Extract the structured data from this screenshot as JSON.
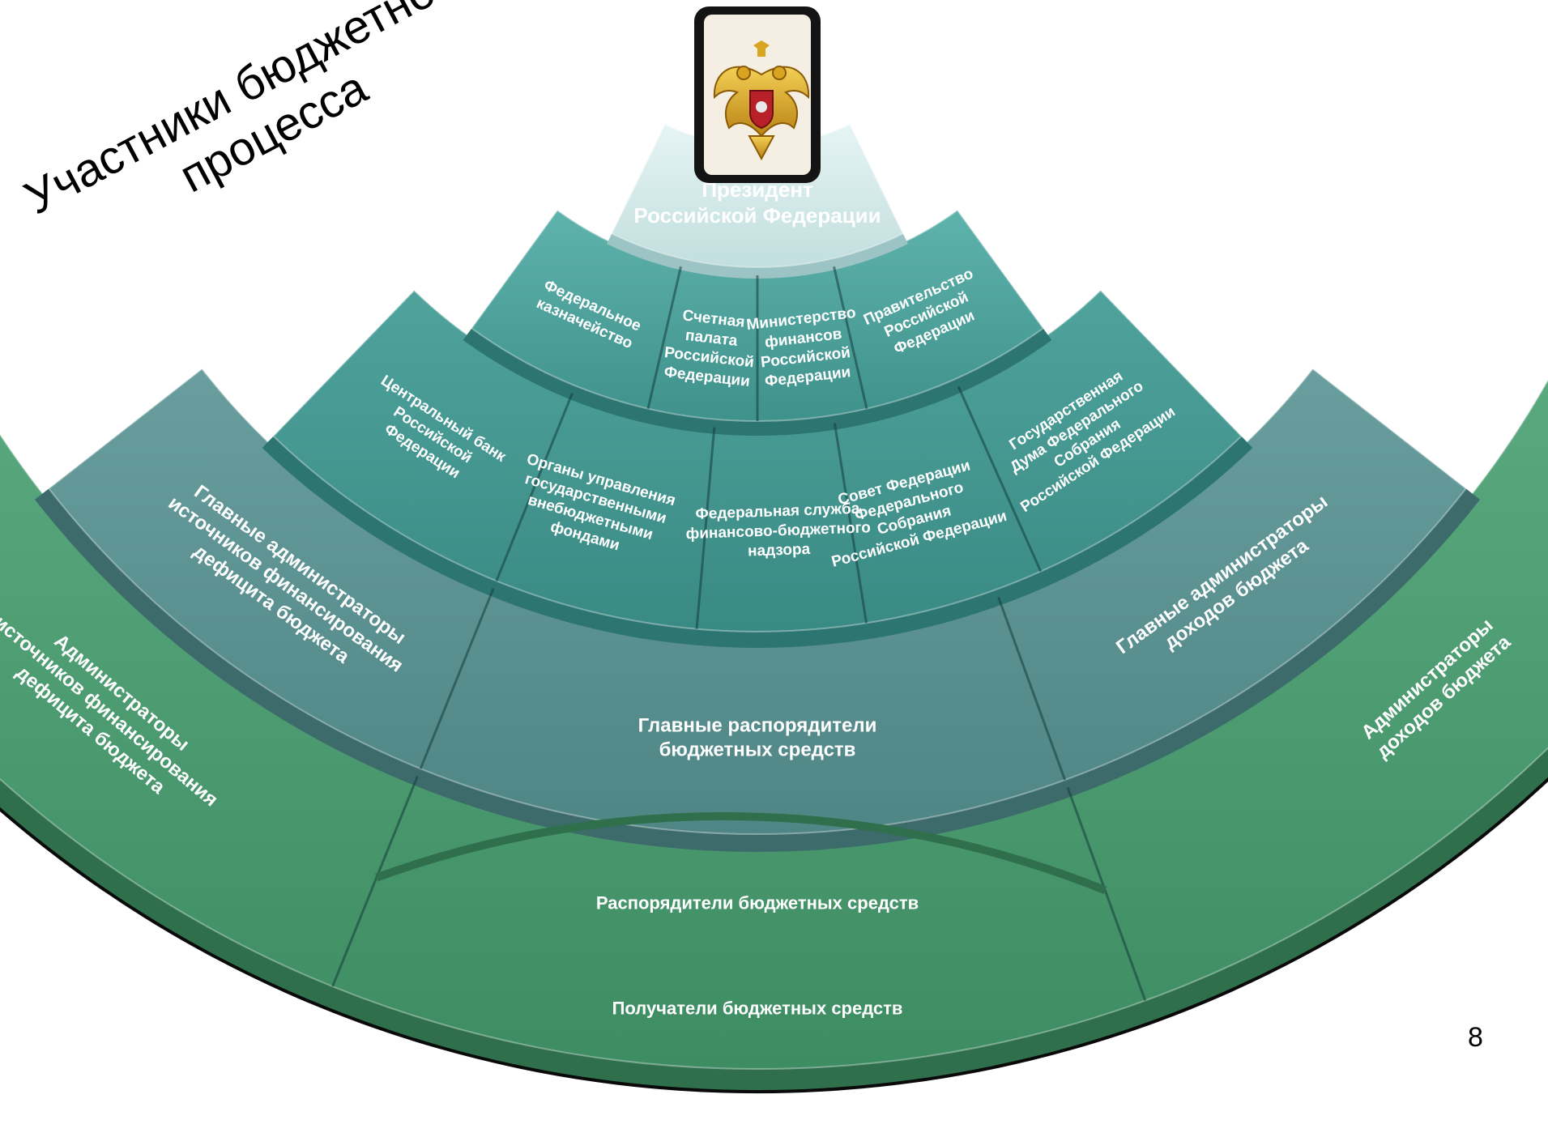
{
  "title": {
    "line1": "Участники бюджетного",
    "line2": "процесса"
  },
  "page_number": "8",
  "emblem": {
    "name": "russian-coat-of-arms-icon",
    "color": "#d9a520"
  },
  "colors": {
    "tier_president": "#dceeee",
    "tier_top": "#4aa09a",
    "tier_middle": "#5f9494",
    "tier_bottom": "#4a9a72"
  },
  "president": {
    "lines": [
      "Президент",
      "Российской Федерации"
    ]
  },
  "tier1": [
    {
      "id": "government",
      "lines": [
        "Правительство",
        "Российской",
        "Федерации"
      ]
    },
    {
      "id": "minfin",
      "lines": [
        "Министерство",
        "финансов",
        "Российской",
        "Федерации"
      ]
    },
    {
      "id": "accounts-chamber",
      "lines": [
        "Счетная",
        "палата",
        "Российской",
        "Федерации"
      ]
    },
    {
      "id": "treasury",
      "lines": [
        "Федеральное",
        "казначейство"
      ]
    }
  ],
  "tier2": [
    {
      "id": "duma",
      "lines": [
        "Государственная",
        "Дума Федерального",
        "Собрания",
        "Российской Федерации"
      ]
    },
    {
      "id": "federation-council",
      "lines": [
        "Совет Федерации",
        "Федерального",
        "Собрания",
        "Российской Федерации"
      ]
    },
    {
      "id": "budget-supervision",
      "lines": [
        "Федеральная служба",
        "финансово-бюджетного",
        "надзора"
      ]
    },
    {
      "id": "offbudget-funds",
      "lines": [
        "Органы управления",
        "государственными",
        "внебюджетными",
        "фондами"
      ]
    },
    {
      "id": "central-bank",
      "lines": [
        "Центральный банк",
        "Российской",
        "Федерации"
      ]
    }
  ],
  "tier3": [
    {
      "id": "main-revenue-admins",
      "lines": [
        "Главные администраторы",
        "доходов бюджета"
      ]
    },
    {
      "id": "main-budget-managers",
      "lines": [
        "Главные распорядители",
        "бюджетных средств"
      ]
    },
    {
      "id": "main-deficit-admins",
      "lines": [
        "Главные администраторы",
        "источников финансирования",
        "дефицита бюджета"
      ]
    }
  ],
  "tier4": [
    {
      "id": "revenue-admins",
      "lines": [
        "Администраторы",
        "доходов бюджета"
      ]
    },
    {
      "id": "budget-managers",
      "lines": [
        "Распорядители бюджетных средств"
      ]
    },
    {
      "id": "budget-recipients",
      "lines": [
        "Получатели бюджетных средств"
      ]
    },
    {
      "id": "deficit-admins",
      "lines": [
        "Администраторы",
        "источников финансирования",
        "дефицита бюджета"
      ]
    }
  ]
}
